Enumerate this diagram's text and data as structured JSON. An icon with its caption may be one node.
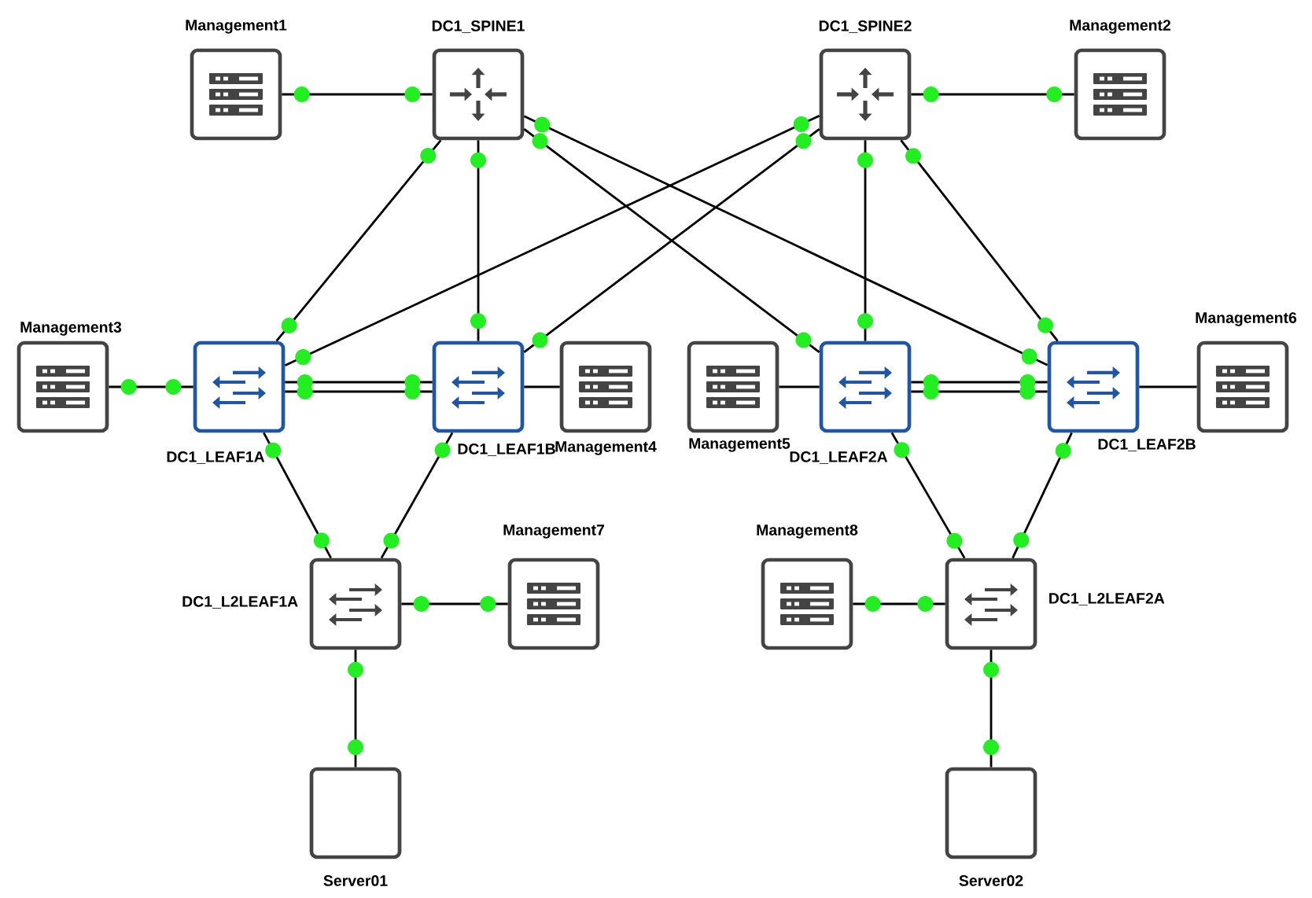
{
  "diagram": {
    "nodes": [
      {
        "text": [
          "Management1"
        ]
      },
      {
        "text": [
          "DC1_SPINE1"
        ]
      },
      {
        "text": [
          "DC1_SPINE2"
        ]
      },
      {
        "text": [
          "Management2"
        ]
      },
      {
        "text": [
          "Management3"
        ]
      },
      {
        "text": [
          "DC1_LEAF1A"
        ]
      },
      {
        "text": [
          "DC1_LEAF1B"
        ]
      },
      {
        "text": [
          "Management4"
        ]
      },
      {
        "text": [
          "Management5"
        ]
      },
      {
        "text": [
          "DC1_LEAF2A"
        ]
      },
      {
        "text": [
          "DC1_LEAF2B"
        ]
      },
      {
        "text": [
          "Management6"
        ]
      },
      {
        "text": [
          "DC1_L2LEAF1A"
        ]
      },
      {
        "text": [
          "Management7"
        ]
      },
      {
        "text": [
          "Management8"
        ]
      },
      {
        "text": [
          "DC1_L2LEAF2A"
        ]
      },
      {
        "text": [
          "Server01"
        ]
      },
      {
        "text": [
          "Server02"
        ]
      }
    ],
    "edges": [
      {
        "from": 0,
        "to": 1,
        "arrow": "none"
      },
      {
        "from": 2,
        "to": 3,
        "arrow": "none"
      },
      {
        "from": 4,
        "to": 5,
        "arrow": "none"
      },
      {
        "from": 6,
        "to": 7,
        "arrow": "none"
      },
      {
        "from": 8,
        "to": 9,
        "arrow": "none"
      },
      {
        "from": 10,
        "to": 11,
        "arrow": "none"
      },
      {
        "from": 1,
        "to": 5,
        "arrow": "none"
      },
      {
        "from": 1,
        "to": 6,
        "arrow": "none"
      },
      {
        "from": 1,
        "to": 9,
        "arrow": "none"
      },
      {
        "from": 1,
        "to": 10,
        "arrow": "none"
      },
      {
        "from": 2,
        "to": 5,
        "arrow": "none"
      },
      {
        "from": 2,
        "to": 6,
        "arrow": "none"
      },
      {
        "from": 2,
        "to": 9,
        "arrow": "none"
      },
      {
        "from": 2,
        "to": 10,
        "arrow": "none"
      },
      {
        "from": 5,
        "to": 6,
        "arrow": "none"
      },
      {
        "from": 5,
        "to": 6,
        "arrow": "none"
      },
      {
        "from": 9,
        "to": 10,
        "arrow": "none"
      },
      {
        "from": 9,
        "to": 10,
        "arrow": "none"
      },
      {
        "from": 5,
        "to": 12,
        "arrow": "none"
      },
      {
        "from": 6,
        "to": 12,
        "arrow": "none"
      },
      {
        "from": 12,
        "to": 13,
        "arrow": "none"
      },
      {
        "from": 12,
        "to": 16,
        "arrow": "none"
      },
      {
        "from": 9,
        "to": 15,
        "arrow": "none"
      },
      {
        "from": 10,
        "to": 15,
        "arrow": "none"
      },
      {
        "from": 14,
        "to": 15,
        "arrow": "none"
      },
      {
        "from": 15,
        "to": 17,
        "arrow": "none"
      }
    ]
  }
}
